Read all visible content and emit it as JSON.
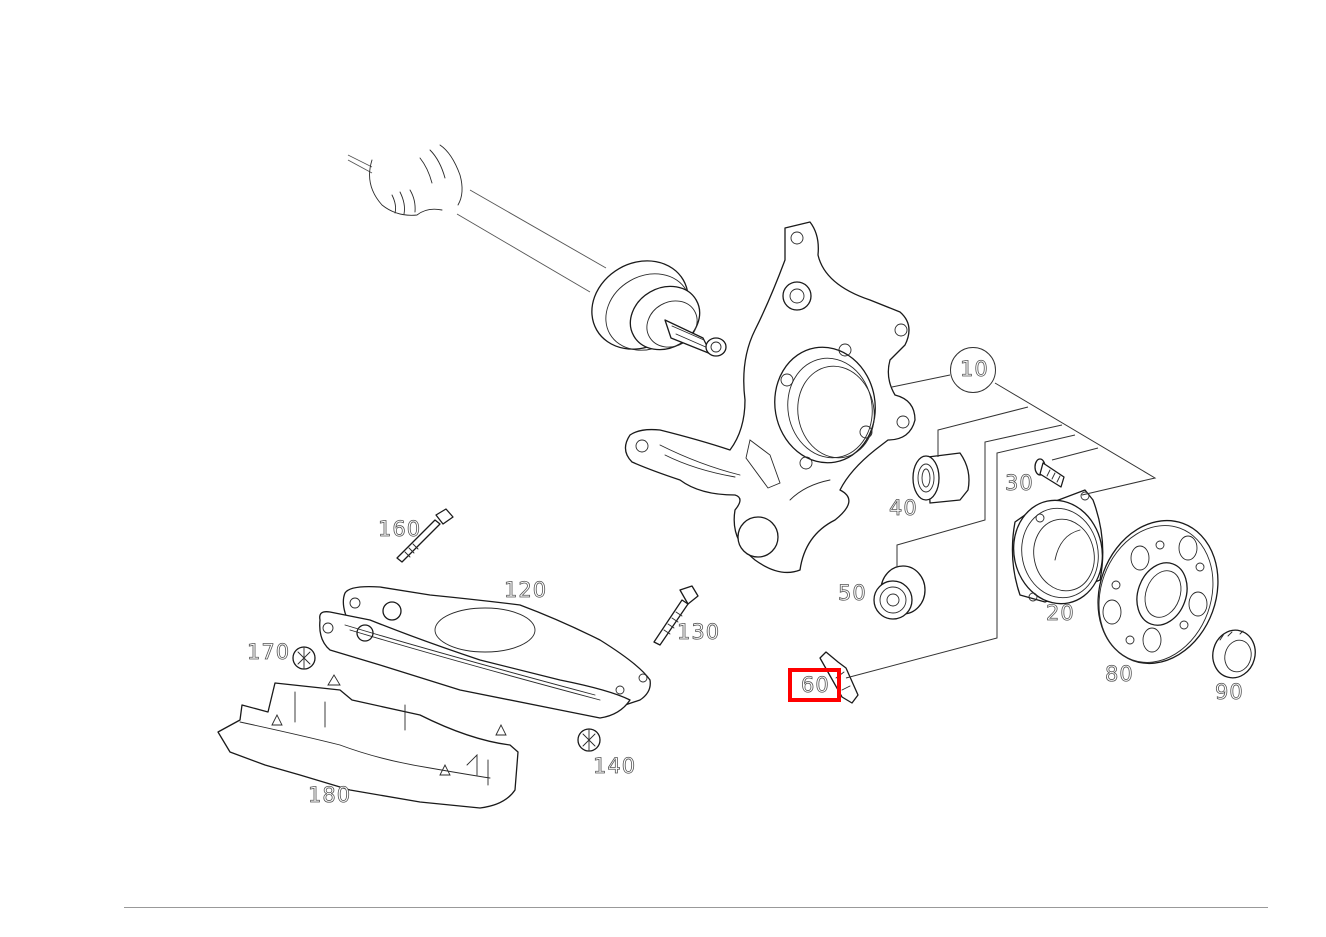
{
  "diagram": {
    "type": "exploded-parts-diagram",
    "subject": "rear axle wheel carrier assembly",
    "callouts": [
      {
        "id": "10",
        "label": "10",
        "part": "wheel carrier (steering knuckle)",
        "style": "circled"
      },
      {
        "id": "20",
        "label": "20",
        "part": "wheel bearing housing"
      },
      {
        "id": "30",
        "label": "30",
        "part": "bolt"
      },
      {
        "id": "40",
        "label": "40",
        "part": "bushing"
      },
      {
        "id": "50",
        "label": "50",
        "part": "bushing"
      },
      {
        "id": "60",
        "label": "60",
        "part": "clip / bracket",
        "highlighted": true
      },
      {
        "id": "80",
        "label": "80",
        "part": "wheel hub flange"
      },
      {
        "id": "90",
        "label": "90",
        "part": "axle nut"
      },
      {
        "id": "120",
        "label": "120",
        "part": "lower control arm"
      },
      {
        "id": "130",
        "label": "130",
        "part": "bolt"
      },
      {
        "id": "140",
        "label": "140",
        "part": "nut"
      },
      {
        "id": "160",
        "label": "160",
        "part": "bolt"
      },
      {
        "id": "170",
        "label": "170",
        "part": "nut"
      },
      {
        "id": "180",
        "label": "180",
        "part": "control arm cover"
      }
    ],
    "highlight": {
      "target": "60",
      "color": "#ff0000"
    }
  },
  "footer": {
    "rule_color": "#999999"
  }
}
